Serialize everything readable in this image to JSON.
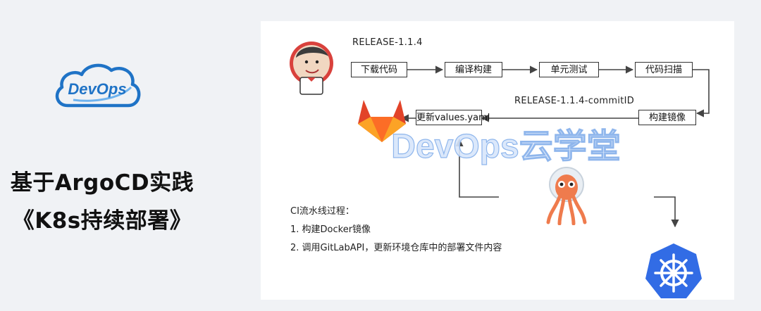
{
  "logo": {
    "text": "DevOps"
  },
  "title": {
    "line1": "基于ArgoCD实践",
    "line2": "《K8s持续部署》"
  },
  "pipeline": {
    "release_label": "RELEASE-1.1.4",
    "release_commit_label": "RELEASE-1.1.4-commitID",
    "steps": [
      "下载代码",
      "编译构建",
      "单元测试",
      "代码扫描",
      "构建镜像",
      "更新values.yaml"
    ]
  },
  "notes": {
    "heading": "CI流水线过程：",
    "items": [
      "1. 构建Docker镜像",
      "2. 调用GitLabAPI，更新环境仓库中的部署文件内容"
    ]
  },
  "watermark": {
    "text": "DevOps云学堂"
  },
  "colors": {
    "page_bg": "#f0f2f5",
    "logo_blue": "#1f73c6",
    "gitlab_orange": "#e24329",
    "k8s_blue": "#326ce5",
    "argo_orange": "#ef7b4d"
  },
  "icons": [
    "jenkins-icon",
    "gitlab-icon",
    "argocd-icon",
    "kubernetes-icon"
  ]
}
